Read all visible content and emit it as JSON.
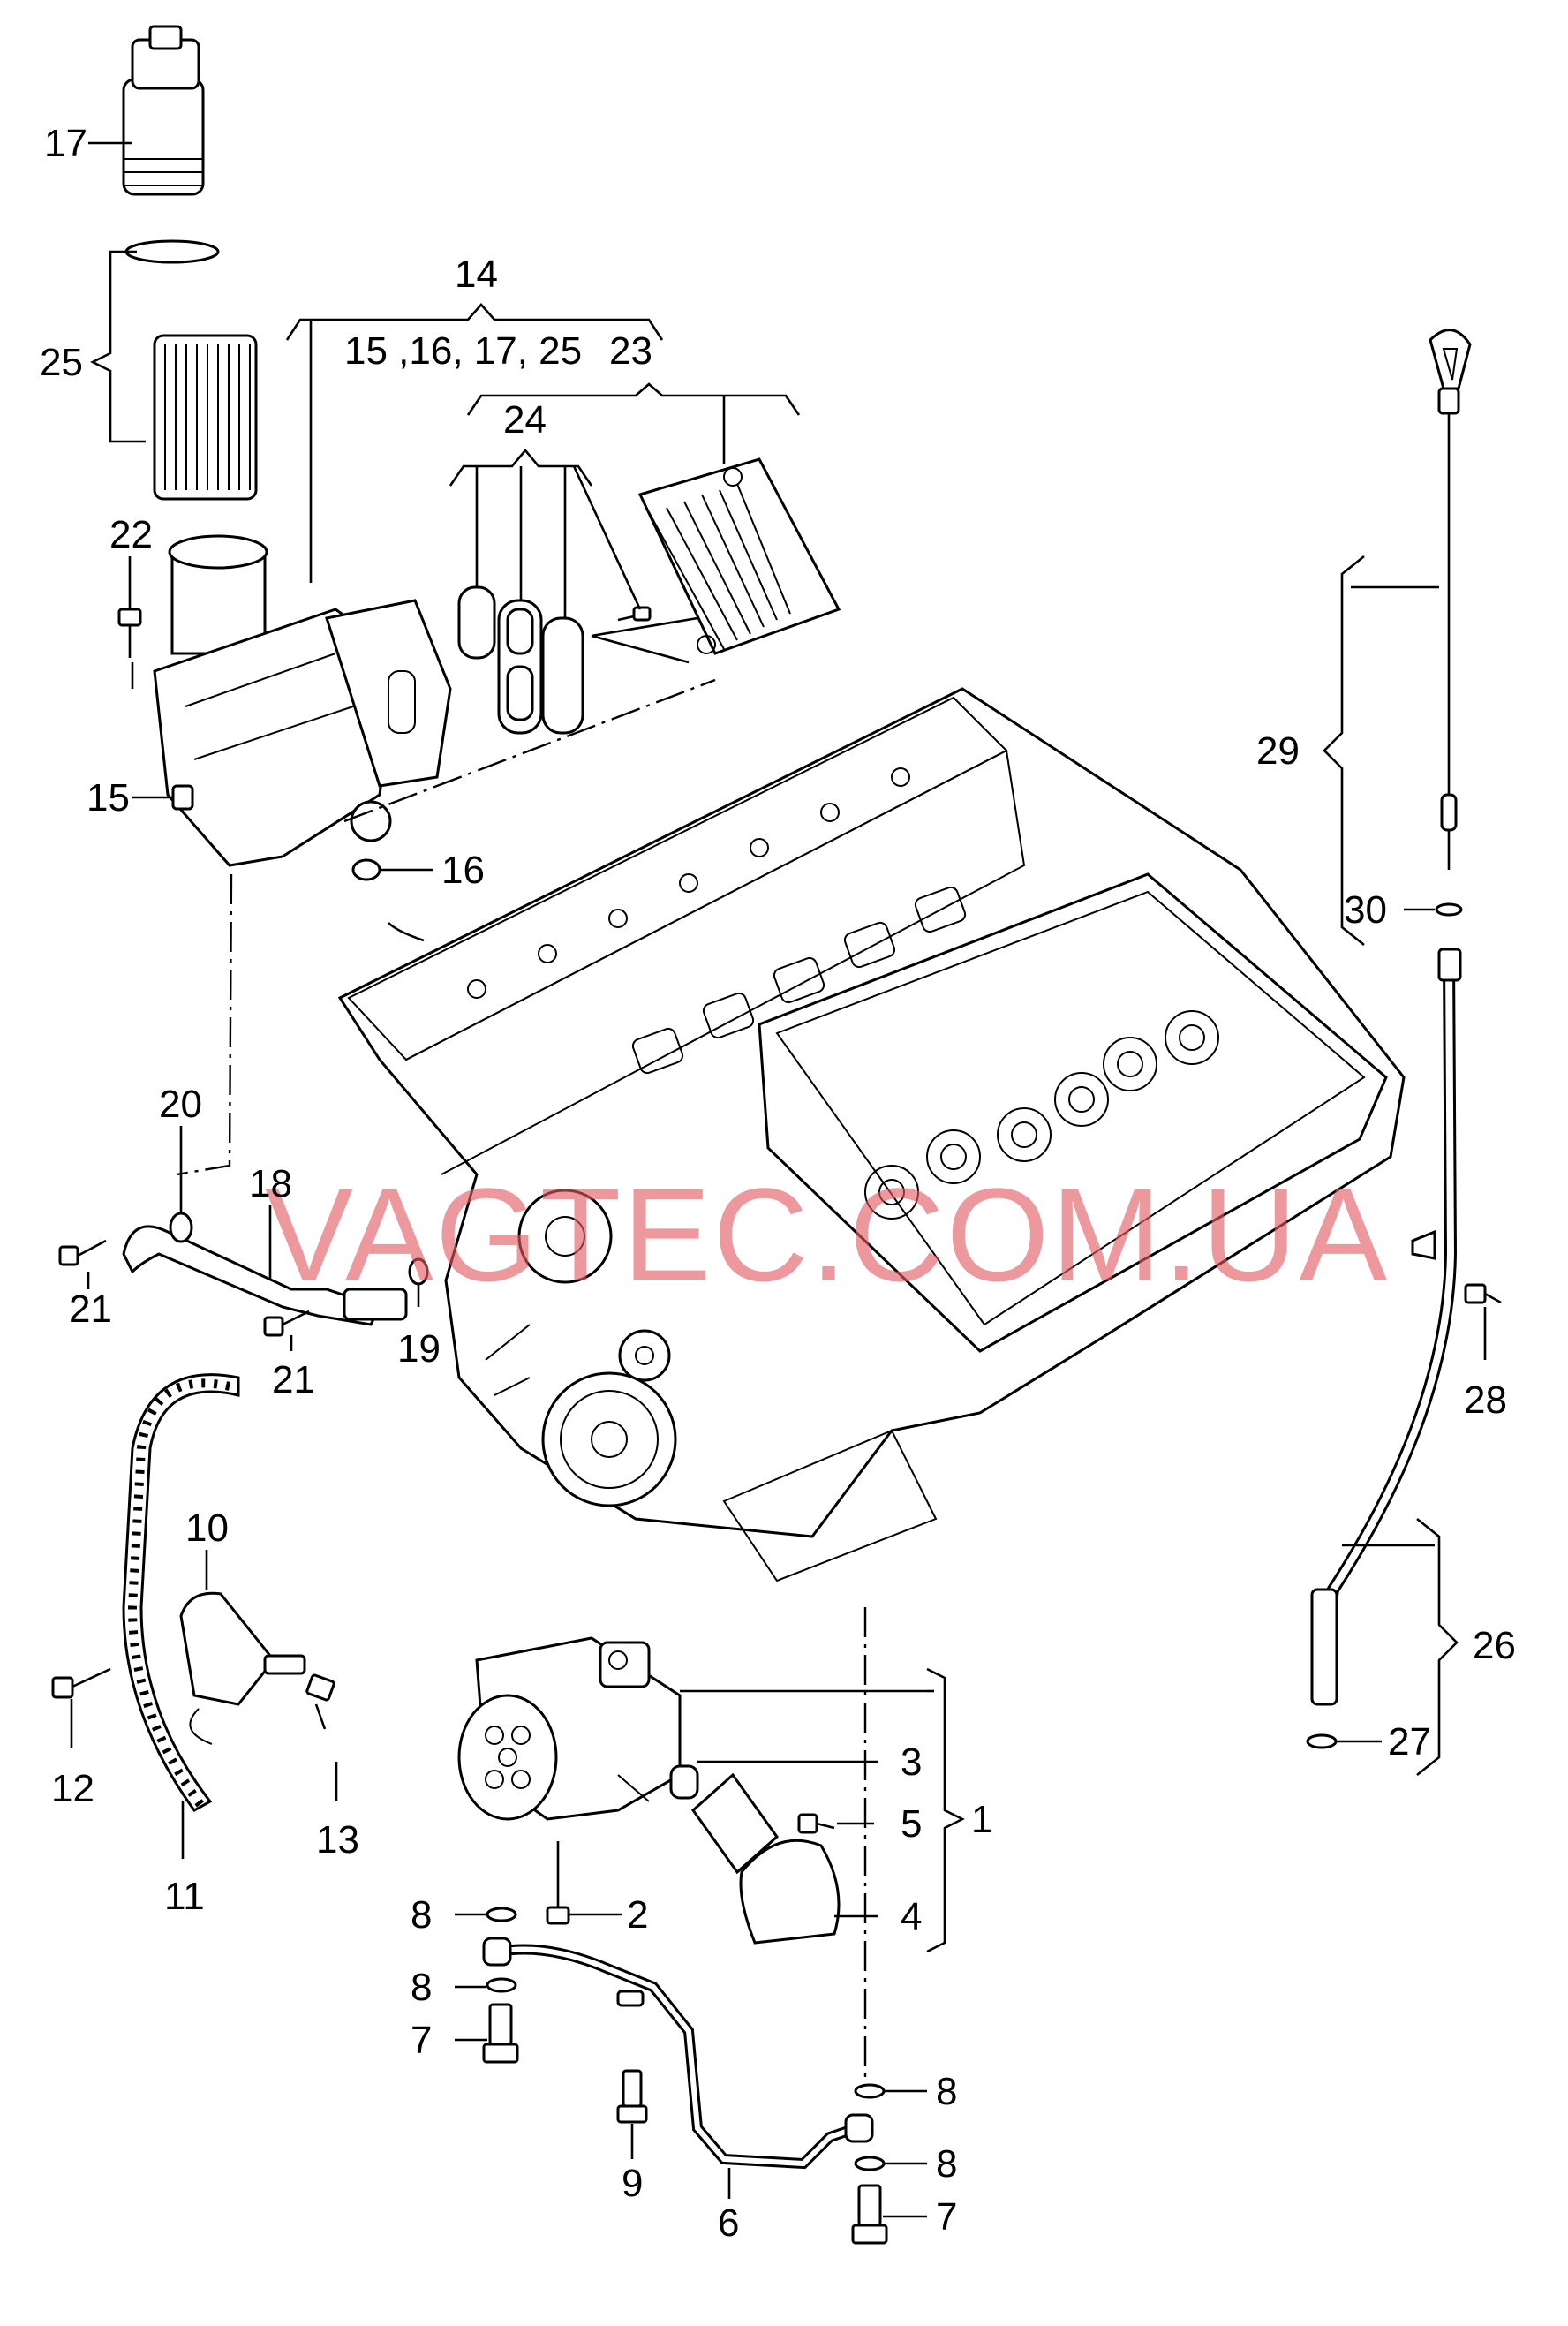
{
  "callouts": {
    "c1": "1",
    "c2": "2",
    "c3": "3",
    "c4": "4",
    "c5": "5",
    "c6": "6",
    "c7a": "7",
    "c7b": "7",
    "c8a": "8",
    "c8b": "8",
    "c8c": "8",
    "c8d": "8",
    "c9": "9",
    "c10": "10",
    "c11": "11",
    "c12": "12",
    "c13": "13",
    "c14": "14",
    "c14_sub": "15 ,16, 17, 25",
    "c15": "15",
    "c16": "16",
    "c17": "17",
    "c18": "18",
    "c19": "19",
    "c20": "20",
    "c21a": "21",
    "c21b": "21",
    "c22": "22",
    "c23": "23",
    "c24": "24",
    "c25": "25",
    "c26": "26",
    "c27": "27",
    "c28": "28",
    "c29": "29",
    "c30": "30"
  },
  "watermark": "VAGTEC.COM.UA"
}
